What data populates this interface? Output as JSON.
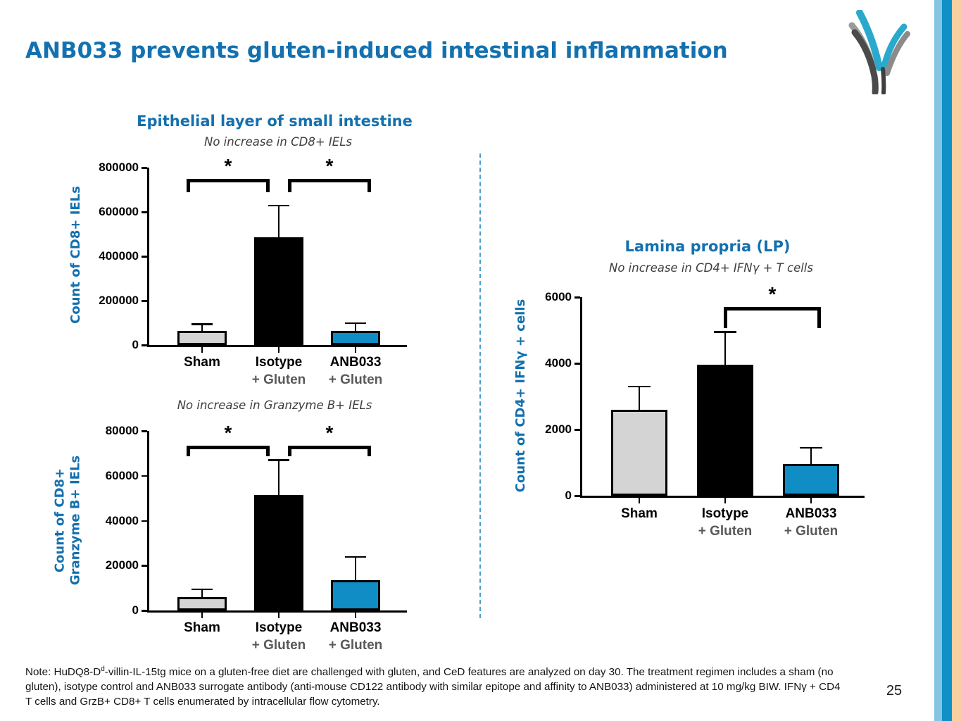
{
  "slide": {
    "title": "ANB033 prevents gluten-induced intestinal inflammation",
    "page_number": "25",
    "footnote": {
      "pre": "Note: HuDQ8-D",
      "sup": "d",
      "post": "-villin-IL-15tg mice on a gluten-free diet are challenged with gluten, and CeD features are analyzed on day 30. The treatment regimen includes a sham (no gluten), isotype control and ANB033 surrogate antibody (anti-mouse CD122 antibody with similar epitope and affinity to ANB033) administered at 10 mg/kg BIW. IFNγ + CD4 T cells and GrzB+ CD8+ T cells enumerated by intracellular flow cytometry."
    }
  },
  "sections": {
    "epithelial": {
      "heading": "Epithelial layer of small intestine"
    },
    "lamina": {
      "heading": "Lamina propria (LP)"
    }
  },
  "colors": {
    "accent_blue": "#1470ae",
    "bar_gray": "#d4d4d4",
    "bar_black": "#000000",
    "bar_blue": "#0f8dc4",
    "category_line2_gray": "#595959",
    "stripe_light_blue": "#85c5e1",
    "stripe_blue": "#1090c6",
    "stripe_tan": "#f7cfa0",
    "logo_cyan": "#2aa9cc",
    "logo_gray": "#9b9b9b",
    "logo_dark": "#4a4a4a"
  },
  "chart_data": [
    {
      "type": "bar",
      "subtitle": "No increase in CD8+ IELs",
      "ylabel": "Count of CD8+ IELs",
      "ylabel_lines": [
        "Count of CD8+ IELs"
      ],
      "ylim": [
        0,
        800000
      ],
      "yticks": [
        0,
        200000,
        400000,
        600000,
        800000
      ],
      "categories": [
        [
          "Sham"
        ],
        [
          "Isotype",
          "+ Gluten"
        ],
        [
          "ANB033",
          "+ Gluten"
        ]
      ],
      "values": [
        65000,
        485000,
        65000
      ],
      "errors": [
        30000,
        145000,
        35000
      ],
      "bar_colors": [
        "#d4d4d4",
        "#000000",
        "#0f8dc4"
      ],
      "significance": [
        {
          "from": 0,
          "to": 1,
          "label": "*"
        },
        {
          "from": 1,
          "to": 2,
          "label": "*"
        }
      ],
      "legend": null,
      "grid": false
    },
    {
      "type": "bar",
      "subtitle": "No increase in Granzyme B+ IELs",
      "ylabel": "Count of CD8+ Granzyme B+ IELs",
      "ylabel_lines": [
        "Count of CD8+",
        "Granzyme B+ IELs"
      ],
      "ylim": [
        0,
        80000
      ],
      "yticks": [
        0,
        20000,
        40000,
        60000,
        80000
      ],
      "categories": [
        [
          "Sham"
        ],
        [
          "Isotype",
          "+ Gluten"
        ],
        [
          "ANB033",
          "+ Gluten"
        ]
      ],
      "values": [
        6000,
        51500,
        13500
      ],
      "errors": [
        3500,
        15500,
        10500
      ],
      "bar_colors": [
        "#d4d4d4",
        "#000000",
        "#0f8dc4"
      ],
      "significance": [
        {
          "from": 0,
          "to": 1,
          "label": "*"
        },
        {
          "from": 1,
          "to": 2,
          "label": "*"
        }
      ],
      "legend": null,
      "grid": false
    },
    {
      "type": "bar",
      "subtitle": "No increase in CD4+ IFNγ + T cells",
      "ylabel": "Count of CD4+ IFNγ + cells",
      "ylabel_lines": [
        "Count of CD4+ IFNγ + cells"
      ],
      "ylim": [
        0,
        6000
      ],
      "yticks": [
        0,
        2000,
        4000,
        6000
      ],
      "categories": [
        [
          "Sham"
        ],
        [
          "Isotype",
          "+ Gluten"
        ],
        [
          "ANB033",
          "+ Gluten"
        ]
      ],
      "values": [
        2600,
        3950,
        950
      ],
      "errors": [
        700,
        1000,
        500
      ],
      "bar_colors": [
        "#d4d4d4",
        "#000000",
        "#0f8dc4"
      ],
      "significance": [
        {
          "from": 1,
          "to": 2,
          "label": "*"
        }
      ],
      "legend": null,
      "grid": false
    }
  ]
}
